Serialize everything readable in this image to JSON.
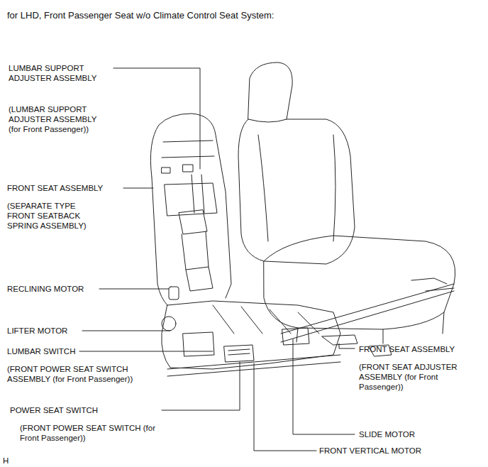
{
  "diagram": {
    "title": "for LHD, Front Passenger Seat w/o Climate Control Seat System:",
    "labels": [
      "LUMBAR SUPPORT ADJUSTER ASSEMBLY",
      "(LUMBAR SUPPORT ADJUSTER ASSEMBLY (for Front Passenger))",
      "FRONT SEAT ASSEMBLY",
      "(SEPARATE TYPE FRONT SEATBACK SPRING ASSEMBLY)",
      "RECLINING MOTOR",
      "LIFTER MOTOR",
      "LUMBAR SWITCH",
      "(FRONT POWER SEAT SWITCH ASSEMBLY (for Front Passenger))",
      "POWER SEAT SWITCH",
      "(FRONT POWER SEAT SWITCH (for Front Passenger))",
      "FRONT SEAT ASSEMBLY",
      "(FRONT SEAT ADJUSTER ASSEMBLY (for Front Passenger))",
      "SLIDE MOTOR",
      "FRONT VERTICAL MOTOR",
      "H"
    ]
  }
}
